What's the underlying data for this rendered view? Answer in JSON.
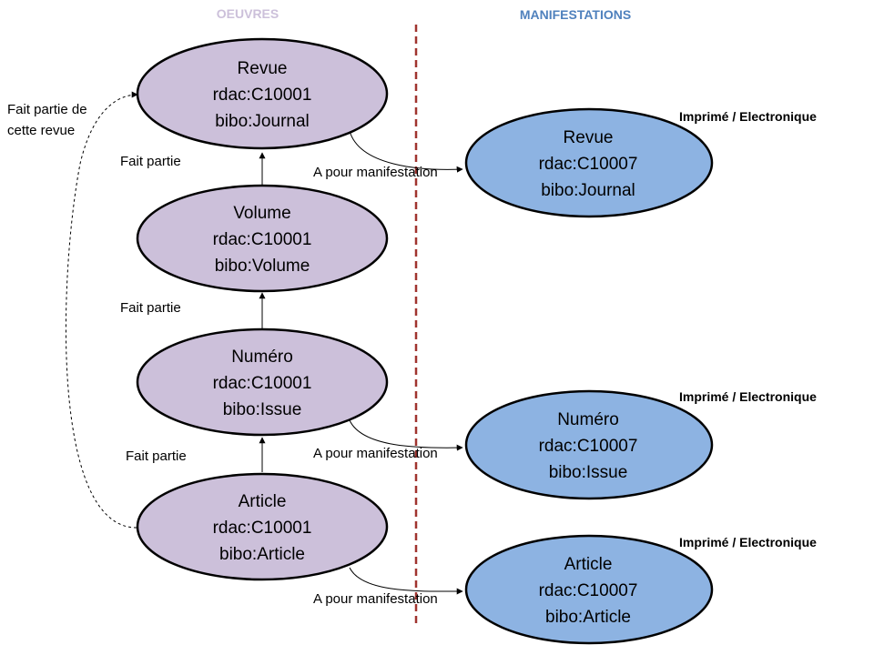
{
  "headers": {
    "left": "OEUVRES",
    "right": "MANIFESTATIONS"
  },
  "colors": {
    "oeuvres_header": "#ccc0da",
    "manifestations_header": "#4f81bd",
    "oeuvre_fill": "#ccc0da",
    "manifestation_fill": "#8db3e2",
    "separator": "#a0342f"
  },
  "oeuvres": [
    {
      "name": "Revue",
      "rdac": "rdac:C10001",
      "bibo": "bibo:Journal"
    },
    {
      "name": "Volume",
      "rdac": "rdac:C10001",
      "bibo": "bibo:Volume"
    },
    {
      "name": "Numéro",
      "rdac": "rdac:C10001",
      "bibo": "bibo:Issue"
    },
    {
      "name": "Article",
      "rdac": "rdac:C10001",
      "bibo": "bibo:Article"
    }
  ],
  "manifestations": [
    {
      "name": "Revue",
      "rdac": "rdac:C10007",
      "bibo": "bibo:Journal",
      "format": "Imprimé / Electronique"
    },
    {
      "name": "Numéro",
      "rdac": "rdac:C10007",
      "bibo": "bibo:Issue",
      "format": "Imprimé / Electronique"
    },
    {
      "name": "Article",
      "rdac": "rdac:C10007",
      "bibo": "bibo:Article",
      "format": "Imprimé / Electronique"
    }
  ],
  "relations": {
    "part_of": [
      "Fait partie",
      "Fait partie",
      "Fait partie"
    ],
    "part_of_revue_line1": "Fait partie de",
    "part_of_revue_line2": "cette revue",
    "has_manifestation": [
      "A pour manifestation",
      "A pour manifestation",
      "A pour manifestation"
    ]
  }
}
